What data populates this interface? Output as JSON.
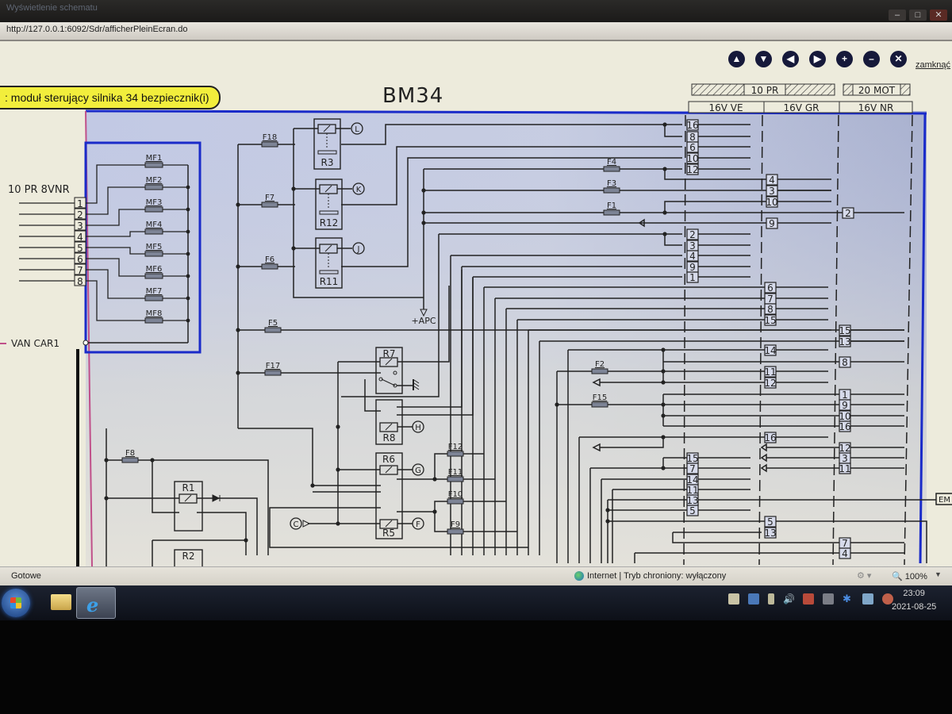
{
  "window": {
    "title": "Wyświetlenie schematu",
    "address": "http://127.0.0.1:6092/Sdr/afficherPleinEcran.do",
    "controls": {
      "minimize": "–",
      "maximize": "□",
      "close": "✕"
    }
  },
  "toolbar": {
    "nav_icons": [
      {
        "name": "scroll-up",
        "glyph": "▲"
      },
      {
        "name": "scroll-down",
        "glyph": "▼"
      },
      {
        "name": "scroll-left",
        "glyph": "◀"
      },
      {
        "name": "scroll-right",
        "glyph": "▶"
      },
      {
        "name": "zoom-in",
        "glyph": "+"
      },
      {
        "name": "zoom-out",
        "glyph": "–"
      },
      {
        "name": "fit",
        "glyph": "✕"
      }
    ],
    "close_label": "zamknąć"
  },
  "tooltip": ": moduł sterujący silnika 34 bezpiecznik(i)",
  "diagram": {
    "title": "BM34",
    "header_groups": [
      "10 PR",
      "20 MOT"
    ],
    "header_columns": [
      "16V VE",
      "16V GR",
      "16V NR"
    ],
    "left_connector": {
      "label": "10 PR 8VNR",
      "pins": [
        "1",
        "2",
        "3",
        "4",
        "5",
        "6",
        "7",
        "8"
      ]
    },
    "van_label": "VAN CAR1",
    "maxi_fuses": [
      "MF1",
      "MF2",
      "MF3",
      "MF4",
      "MF5",
      "MF6",
      "MF7",
      "MF8"
    ],
    "fuses": [
      "F18",
      "F7",
      "F6",
      "F5",
      "F17",
      "F8",
      "F4",
      "F3",
      "F1",
      "F2",
      "F15",
      "F12",
      "F11",
      "F10",
      "F9"
    ],
    "relays": [
      "R3",
      "R12",
      "R11",
      "R7",
      "R8",
      "R6",
      "R5",
      "R1",
      "R2"
    ],
    "relay_nodes": [
      "L",
      "K",
      "J",
      "H",
      "G",
      "F",
      "C"
    ],
    "apc_label": "+APC",
    "em_label": "EM",
    "ve_pins_top": [
      "16",
      "8",
      "6",
      "10",
      "12"
    ],
    "ve_pins_mid": [
      "2",
      "3",
      "4",
      "9",
      "1"
    ],
    "ve_pins_bottom": [
      "15",
      "7",
      "14",
      "11",
      "13",
      "5"
    ],
    "gr_pins_top": [
      "4",
      "3",
      "10"
    ],
    "gr_pin_9": "9",
    "gr_pins_mid": [
      "6",
      "7",
      "8",
      "15"
    ],
    "gr_pins_low": [
      "14",
      "11",
      "12",
      "16"
    ],
    "gr_pins_bottom": [
      "5",
      "13"
    ],
    "nr_pin_2": "2",
    "nr_pins_a": [
      "15",
      "13"
    ],
    "nr_pin_8": "8",
    "nr_pins_b": [
      "1",
      "9",
      "10",
      "16"
    ],
    "nr_pins_c": [
      "12",
      "3",
      "11"
    ],
    "nr_pins_d": [
      "7",
      "4"
    ]
  },
  "statusbar": {
    "ready": "Gotowe",
    "zone": "Internet | Tryb chroniony: wyłączony",
    "zoom": "100%"
  },
  "taskbar": {
    "time": "23:09",
    "date": "2021-08-25"
  }
}
